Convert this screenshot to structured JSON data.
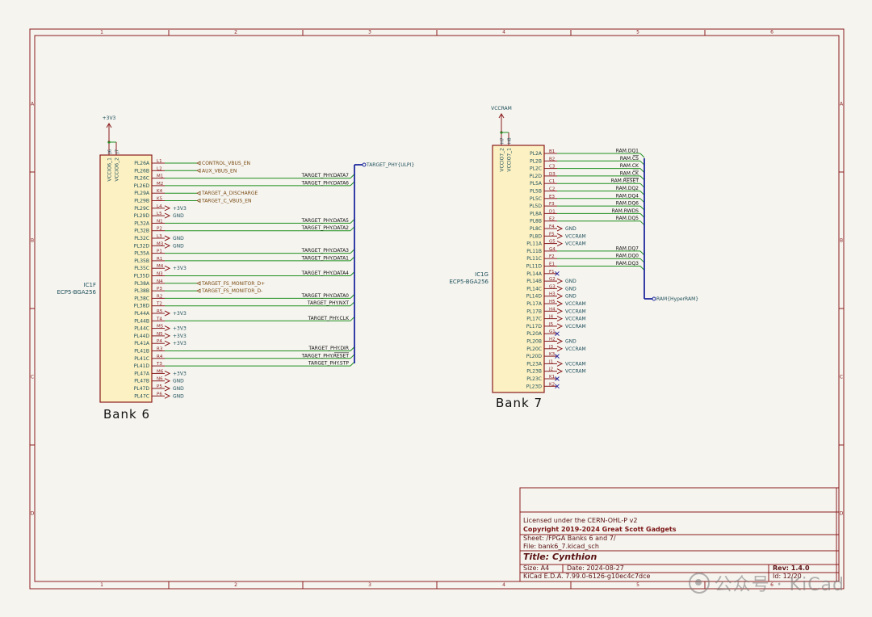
{
  "colors": {
    "frame": "#8a1c1c",
    "symbol": "#8a1c1c",
    "body_fill": "#fcf1c2",
    "wire": "#1f8f1f",
    "bus": "#1e2a9e",
    "label": "#1e4f5a",
    "global_label": "#7a4a12",
    "power": "#1e4f5a",
    "noconnect": "#2a2a9e"
  },
  "frame": {
    "columns": [
      "1",
      "2",
      "3",
      "4",
      "5",
      "6"
    ],
    "rows": [
      "A",
      "B",
      "C",
      "D"
    ]
  },
  "ic1f": {
    "ref": "IC1F",
    "value": "ECP5-BGA256",
    "bank_title": "Bank 6",
    "power_net": "+3V3",
    "power_pins": [
      {
        "pin": "J6",
        "name": "VCCIO6_1"
      },
      {
        "pin": "J7",
        "name": "VCCIO6_2"
      }
    ],
    "pins": [
      {
        "pin": "L1",
        "name": "PL26A",
        "net": "CONTROL_VBUS_EN",
        "kind": "global"
      },
      {
        "pin": "L2",
        "name": "PL26B",
        "net": "AUX_VBUS_EN",
        "kind": "global"
      },
      {
        "pin": "M1",
        "name": "PL26C",
        "net": "TARGET_PHY.DATA7",
        "kind": "bus"
      },
      {
        "pin": "M2",
        "name": "PL26D",
        "net": "TARGET_PHY.DATA6",
        "kind": "bus"
      },
      {
        "pin": "K4",
        "name": "PL29A",
        "net": "TARGET_A_DISCHARGE",
        "kind": "global"
      },
      {
        "pin": "K5",
        "name": "PL29B",
        "net": "TARGET_C_VBUS_EN",
        "kind": "global"
      },
      {
        "pin": "L4",
        "name": "PL29C",
        "net": "+3V3",
        "kind": "power"
      },
      {
        "pin": "L5",
        "name": "PL29D",
        "net": "GND",
        "kind": "gnd"
      },
      {
        "pin": "N1",
        "name": "PL32A",
        "net": "TARGET_PHY.DATA5",
        "kind": "bus"
      },
      {
        "pin": "P2",
        "name": "PL32B",
        "net": "TARGET_PHY.DATA2",
        "kind": "bus"
      },
      {
        "pin": "L3",
        "name": "PL32C",
        "net": "GND",
        "kind": "gnd"
      },
      {
        "pin": "M3",
        "name": "PL32D",
        "net": "GND",
        "kind": "gnd"
      },
      {
        "pin": "P1",
        "name": "PL35A",
        "net": "TARGET_PHY.DATA3",
        "kind": "bus"
      },
      {
        "pin": "R1",
        "name": "PL35B",
        "net": "TARGET_PHY.DATA1",
        "kind": "bus"
      },
      {
        "pin": "M4",
        "name": "PL35C",
        "net": "+3V3",
        "kind": "power"
      },
      {
        "pin": "N3",
        "name": "PL35D",
        "net": "TARGET_PHY.DATA4",
        "kind": "bus"
      },
      {
        "pin": "N4",
        "name": "PL38A",
        "net": "TARGET_FS_MONITOR_D+",
        "kind": "global"
      },
      {
        "pin": "P3",
        "name": "PL38B",
        "net": "TARGET_FS_MONITOR_D-",
        "kind": "global"
      },
      {
        "pin": "R2",
        "name": "PL38C",
        "net": "TARGET_PHY.DATA0",
        "kind": "bus"
      },
      {
        "pin": "T2",
        "name": "PL38D",
        "net": "TARGET_PHY.NXT",
        "kind": "bus"
      },
      {
        "pin": "R5",
        "name": "PL44A",
        "net": "+3V3",
        "kind": "power"
      },
      {
        "pin": "T4",
        "name": "PL44B",
        "net": "TARGET_PHY.CLK",
        "kind": "bus"
      },
      {
        "pin": "M5",
        "name": "PL44C",
        "net": "+3V3",
        "kind": "power"
      },
      {
        "pin": "N5",
        "name": "PL44D",
        "net": "+3V3",
        "kind": "power"
      },
      {
        "pin": "P4",
        "name": "PL41A",
        "net": "+3V3",
        "kind": "power"
      },
      {
        "pin": "R3",
        "name": "PL41B",
        "net": "TARGET_PHY.DIR",
        "kind": "bus"
      },
      {
        "pin": "R4",
        "name": "PL41C",
        "net": "TARGET_PHY.RESET",
        "kind": "bus",
        "overline": true
      },
      {
        "pin": "T3",
        "name": "PL41D",
        "net": "TARGET_PHY.STP",
        "kind": "bus"
      },
      {
        "pin": "M6",
        "name": "PL47A",
        "net": "+3V3",
        "kind": "power"
      },
      {
        "pin": "N6",
        "name": "PL47B",
        "net": "GND",
        "kind": "gnd"
      },
      {
        "pin": "P5",
        "name": "PL47D",
        "net": "GND",
        "kind": "gnd"
      },
      {
        "pin": "P6",
        "name": "PL47C",
        "net": "GND",
        "kind": "gnd"
      }
    ],
    "bus_label": "TARGET_PHY{ULPI}"
  },
  "ic1g": {
    "ref": "IC1G",
    "value": "ECP5-BGA256",
    "bank_title": "Bank 7",
    "power_net": "VCCRAM",
    "power_pins": [
      {
        "pin": "H7",
        "name": "VCCIO7_2"
      },
      {
        "pin": "H8",
        "name": "VCCIO7_1"
      }
    ],
    "pins": [
      {
        "pin": "B1",
        "name": "PL2A",
        "net": "RAM.DQ1",
        "kind": "bus"
      },
      {
        "pin": "B2",
        "name": "PL2B",
        "net": "RAM.CS",
        "kind": "bus",
        "overline": true
      },
      {
        "pin": "C3",
        "name": "PL2C",
        "net": "RAM.CK",
        "kind": "bus"
      },
      {
        "pin": "D3",
        "name": "PL2D",
        "net": "RAM.CK",
        "kind": "bus",
        "overline": true
      },
      {
        "pin": "C1",
        "name": "PL5A",
        "net": "RAM.RESET",
        "kind": "bus",
        "overline": true
      },
      {
        "pin": "C2",
        "name": "PL5B",
        "net": "RAM.DQ2",
        "kind": "bus"
      },
      {
        "pin": "E3",
        "name": "PL5C",
        "net": "RAM.DQ4",
        "kind": "bus"
      },
      {
        "pin": "F3",
        "name": "PL5D",
        "net": "RAM.DQ6",
        "kind": "bus"
      },
      {
        "pin": "D1",
        "name": "PL8A",
        "net": "RAM.RWDS",
        "kind": "bus"
      },
      {
        "pin": "E2",
        "name": "PL8B",
        "net": "RAM.DQ5",
        "kind": "bus"
      },
      {
        "pin": "F4",
        "name": "PL8C",
        "net": "GND",
        "kind": "gnd"
      },
      {
        "pin": "F5",
        "name": "PL8D",
        "net": "VCCRAM",
        "kind": "power"
      },
      {
        "pin": "G5",
        "name": "PL11A",
        "net": "VCCRAM",
        "kind": "power"
      },
      {
        "pin": "G4",
        "name": "PL11B",
        "net": "RAM.DQ7",
        "kind": "bus"
      },
      {
        "pin": "F2",
        "name": "PL11C",
        "net": "RAM.DQ0",
        "kind": "bus"
      },
      {
        "pin": "E1",
        "name": "PL11D",
        "net": "RAM.DQ3",
        "kind": "bus"
      },
      {
        "pin": "F1",
        "name": "PL14A",
        "net": "",
        "kind": "nc"
      },
      {
        "pin": "G2",
        "name": "PL14B",
        "net": "GND",
        "kind": "gnd"
      },
      {
        "pin": "G3",
        "name": "PL14C",
        "net": "GND",
        "kind": "gnd"
      },
      {
        "pin": "H3",
        "name": "PL14D",
        "net": "GND",
        "kind": "gnd"
      },
      {
        "pin": "H5",
        "name": "PL17A",
        "net": "VCCRAM",
        "kind": "power"
      },
      {
        "pin": "H4",
        "name": "PL17B",
        "net": "VCCRAM",
        "kind": "power"
      },
      {
        "pin": "J4",
        "name": "PL17C",
        "net": "VCCRAM",
        "kind": "power"
      },
      {
        "pin": "J5",
        "name": "PL17D",
        "net": "VCCRAM",
        "kind": "power"
      },
      {
        "pin": "G1",
        "name": "PL20A",
        "net": "",
        "kind": "nc"
      },
      {
        "pin": "H2",
        "name": "PL20B",
        "net": "GND",
        "kind": "gnd"
      },
      {
        "pin": "J3",
        "name": "PL20C",
        "net": "VCCRAM",
        "kind": "power"
      },
      {
        "pin": "K3",
        "name": "PL20D",
        "net": "",
        "kind": "nc"
      },
      {
        "pin": "J1",
        "name": "PL23A",
        "net": "VCCRAM",
        "kind": "power"
      },
      {
        "pin": "J2",
        "name": "PL23B",
        "net": "VCCRAM",
        "kind": "power"
      },
      {
        "pin": "K1",
        "name": "PL23C",
        "net": "",
        "kind": "nc"
      },
      {
        "pin": "K2",
        "name": "PL23D",
        "net": "",
        "kind": "nc"
      }
    ],
    "bus_label": "RAM{HyperRAM}"
  },
  "title_block": {
    "license": "Licensed under the CERN-OHL-P v2",
    "copyright": "Copyright 2019-2024 Great Scott Gadgets",
    "sheet": "Sheet: /FPGA Banks 6 and 7/",
    "file": "File: bank6_7.kicad_sch",
    "title": "Title: Cynthion",
    "size": "Size: A4",
    "date": "Date: 2024-08-27",
    "rev": "Rev: 1.4.0",
    "tool": "KiCad E.D.A. 7.99.0-6126-g10ec4c7dce",
    "id": "Id: 12/20"
  },
  "watermark": "公众号 · KiCad"
}
